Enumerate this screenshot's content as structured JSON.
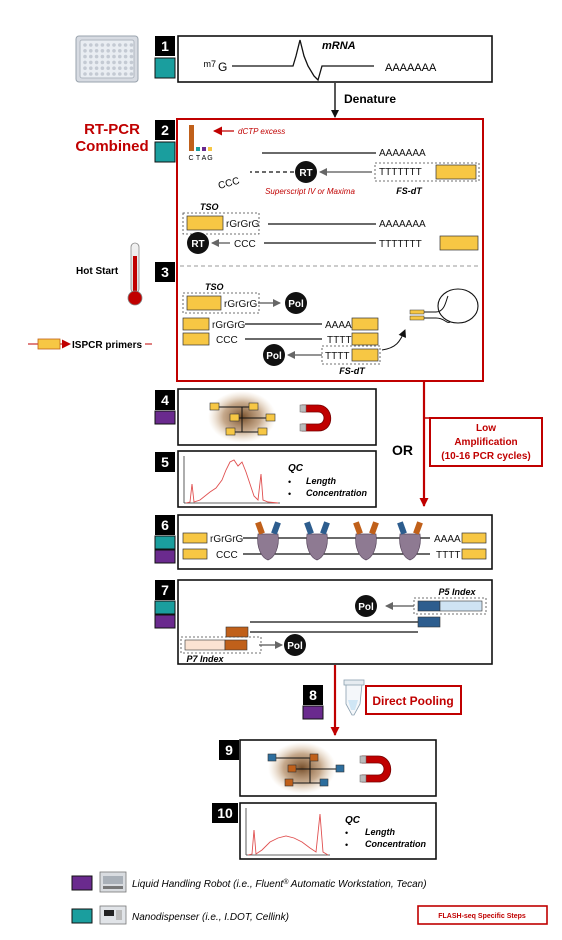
{
  "steps": {
    "s1": "1",
    "s2": "2",
    "s3": "3",
    "s4": "4",
    "s5": "5",
    "s6": "6",
    "s7": "7",
    "s8": "8",
    "s9": "9",
    "s10": "10"
  },
  "step1": {
    "m7g_sup": "m7",
    "m7g_base": "G",
    "mrna_label": "mRNA",
    "polyA": "AAAAAAA"
  },
  "denature_label": "Denature",
  "rtpcr_label_line1": "RT-PCR",
  "rtpcr_label_line2": "Combined",
  "step2": {
    "nucleotides": [
      "C",
      "T",
      "A",
      "G"
    ],
    "dctp_excess": "dCTP excess",
    "polyA": "AAAAAAA",
    "polyT": "TTTTTTT",
    "ccc": "CCC",
    "rt": "RT",
    "enzyme_label": "Superscript IV or Maxima",
    "fsdt_label": "FS-dT",
    "tso_label": "TSO",
    "rggg": "rGrGrG",
    "polyA2": "AAAAAAA",
    "ccc2": "CCC",
    "polyT2": "TTTTTTT",
    "rt2": "RT"
  },
  "hot_start_label": "Hot Start",
  "ispcr_label": "ISPCR primers",
  "step3": {
    "tso_label": "TSO",
    "rggg": "rGrGrG",
    "pol": "Pol",
    "rggg2": "rGrGrG",
    "aaaa": "AAAA",
    "ccc": "CCC",
    "tttt": "TTTT",
    "pol2": "Pol",
    "tttt2": "TTTT",
    "fsdt_label": "FS-dT"
  },
  "or_label": "OR",
  "low_amp": {
    "line1": "Low",
    "line2": "Amplification",
    "line3": "(10-16 PCR cycles)"
  },
  "step5": {
    "qc": "QC",
    "items": [
      "Length",
      "Concentration"
    ],
    "bullet": "•"
  },
  "step6": {
    "rggg": "rGrGrG",
    "aaaa": "AAAA",
    "ccc": "CCC",
    "tttt": "TTTT"
  },
  "step7": {
    "p5_label": "P5 Index",
    "pol": "Pol",
    "p7_label": "P7 Index",
    "pol2": "Pol"
  },
  "direct_pooling": "Direct Pooling",
  "step10": {
    "qc": "QC",
    "items": [
      "Length",
      "Concentration"
    ],
    "bullet": "•"
  },
  "legend": {
    "robot_prefix": "Liquid Handling Robot (i.e., Fluent",
    "robot_reg": "®",
    "robot_suffix": " Automatic Workstation, Tecan)",
    "nano": "Nanodispenser (i.e., I.DOT, Cellink)",
    "flash": "FLASH-seq Specific Steps"
  },
  "colors": {
    "red": "#c00000",
    "teal": "#1a9e9e",
    "purple": "#6a2a8e",
    "yellow": "#f7c744",
    "orange": "#c0601a",
    "blue": "#2d5d8e",
    "light_blue": "#cfe3f3",
    "tube_blue": "#2d6e9e",
    "bead_brown": "#8b5a2b"
  }
}
